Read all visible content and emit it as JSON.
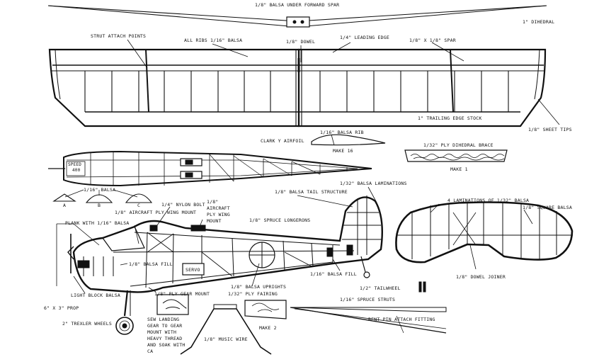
{
  "labels": {
    "under_spar": "1/8\" BALSA UNDER FORWARD SPAR",
    "dihedral": "1\" DIHEDRAL",
    "strut_attach": "STRUT ATTACH POINTS",
    "all_ribs": "ALL RIBS 1/16\" BALSA",
    "dowel": "1/8\" DOWEL",
    "leading_edge": "1/4\" LEADING EDGE",
    "spar": "1/8\" X 1/8\" SPAR",
    "trailing_edge": "1\" TRAILING EDGE STOCK",
    "sheet_tips": "1/8\" SHEET TIPS",
    "clark_y": "CLARK Y AIRFOIL",
    "balsa_rib": "1/16\" BALSA RIB",
    "make_16": "MAKE 16",
    "ply_brace": "1/32\" PLY DIHEDRAL BRACE",
    "make_1": "MAKE 1",
    "speed": "SPEED",
    "speed_sub": "400",
    "balsa_116": "1/16\" BALSA",
    "sec_a": "A",
    "sec_b": "B",
    "sec_c": "C",
    "nylon_bolt": "1/4\" NYLON BOLT",
    "aircraft_ply": "1/8\" AIRCRAFT PLY WING MOUNT",
    "ac_ply_1": "1/8\"",
    "ac_ply_2": "AIRCRAFT",
    "ac_ply_3": "PLY WING",
    "ac_ply_4": "MOUNT",
    "tail_structure": "1/8\" BALSA TAIL STRUCTURE",
    "laminations": "1/32\" BALSA LAMINATIONS",
    "lam4": "4 LAMINATIONS OF 1/32\" BALSA",
    "square_balsa": "1/8\" SQUARE BALSA",
    "plank": "PLANK WITH 1/16\" BALSA",
    "spruce_longerons": "1/8\" SPRUCE LONGERONS",
    "balsa_fill_1": "1/8\" BALSA FILL",
    "servo": "SERVO",
    "balsa_fill_2": "1/16\" BALSA FILL",
    "dowel_joiner": "1/8\" DOWEL JOINER",
    "light_block": "LIGHT BLOCK BALSA",
    "gear_mount": "1/8\" PLY GEAR MOUNT",
    "balsa_uprights": "1/8\" BALSA UPRIGHTS",
    "tailwheel": "1/2\" TAILWHEEL",
    "prop": "6\" X 3\" PROP",
    "ply_fairing": "1/32\" PLY FAIRING",
    "spruce_struts": "1/16\" SPRUCE STRUTS",
    "wheels": "2\" TREXLER WHEELS",
    "sew_1": "SEW LANDING",
    "sew_2": "GEAR TO GEAR",
    "sew_3": "MOUNT WITH",
    "sew_4": "HEAVY THREAD",
    "sew_5": "AND SOAK WITH",
    "sew_6": "CA",
    "make_2": "MAKE 2",
    "bent_pin": "BENT PIN ATTACH FITTING",
    "music_wire": "1/8\" MUSIC WIRE"
  }
}
